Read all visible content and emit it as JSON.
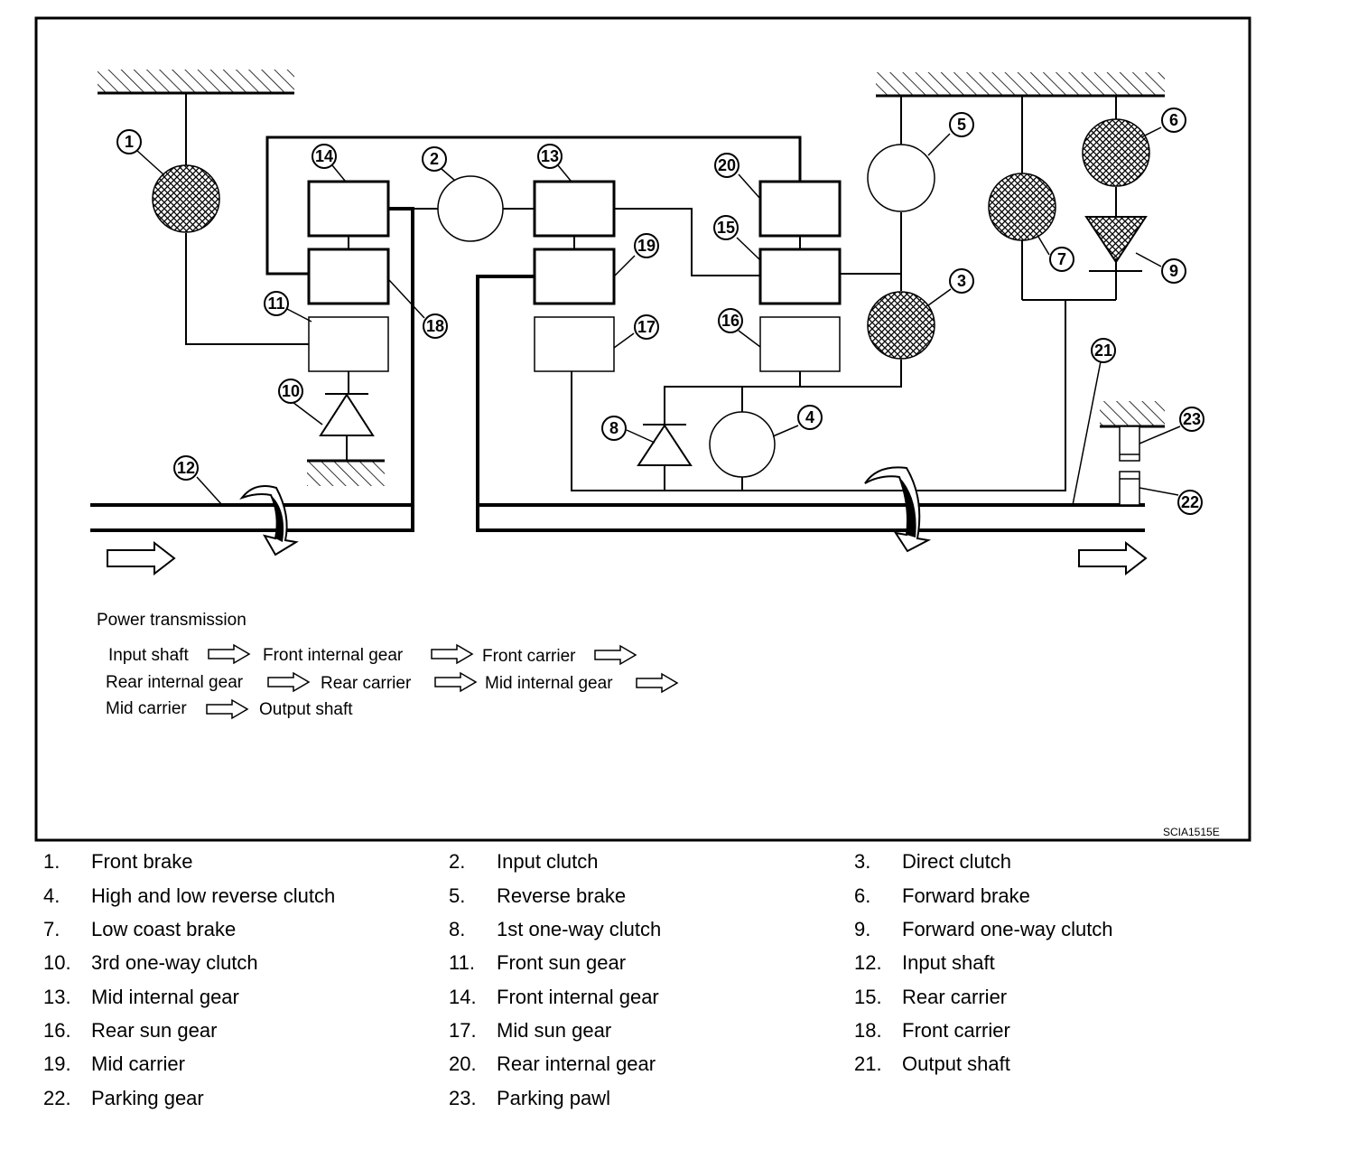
{
  "diagram": {
    "callouts": [
      "1",
      "2",
      "3",
      "4",
      "5",
      "6",
      "7",
      "8",
      "9",
      "10",
      "11",
      "12",
      "13",
      "14",
      "15",
      "16",
      "17",
      "18",
      "19",
      "20",
      "21",
      "22",
      "23"
    ],
    "power_transmission": {
      "title": "Power transmission",
      "flow": [
        "Input shaft",
        "Front internal gear",
        "Front carrier",
        "Rear internal gear",
        "Rear carrier",
        "Mid internal gear",
        "Mid carrier",
        "Output shaft"
      ]
    },
    "code": "SCIA1515E"
  },
  "legend": [
    {
      "num": "1.",
      "label": "Front brake"
    },
    {
      "num": "2.",
      "label": "Input clutch"
    },
    {
      "num": "3.",
      "label": "Direct clutch"
    },
    {
      "num": "4.",
      "label": "High and low reverse clutch"
    },
    {
      "num": "5.",
      "label": "Reverse brake"
    },
    {
      "num": "6.",
      "label": "Forward brake"
    },
    {
      "num": "7.",
      "label": "Low coast brake"
    },
    {
      "num": "8.",
      "label": "1st one-way clutch"
    },
    {
      "num": "9.",
      "label": "Forward one-way clutch"
    },
    {
      "num": "10.",
      "label": "3rd one-way clutch"
    },
    {
      "num": "11.",
      "label": "Front sun gear"
    },
    {
      "num": "12.",
      "label": "Input shaft"
    },
    {
      "num": "13.",
      "label": "Mid internal gear"
    },
    {
      "num": "14.",
      "label": "Front internal gear"
    },
    {
      "num": "15.",
      "label": "Rear carrier"
    },
    {
      "num": "16.",
      "label": "Rear sun gear"
    },
    {
      "num": "17.",
      "label": "Mid sun gear"
    },
    {
      "num": "18.",
      "label": "Front carrier"
    },
    {
      "num": "19.",
      "label": "Mid carrier"
    },
    {
      "num": "20.",
      "label": "Rear internal gear"
    },
    {
      "num": "21.",
      "label": "Output shaft"
    },
    {
      "num": "22.",
      "label": "Parking gear"
    },
    {
      "num": "23.",
      "label": "Parking pawl"
    }
  ]
}
